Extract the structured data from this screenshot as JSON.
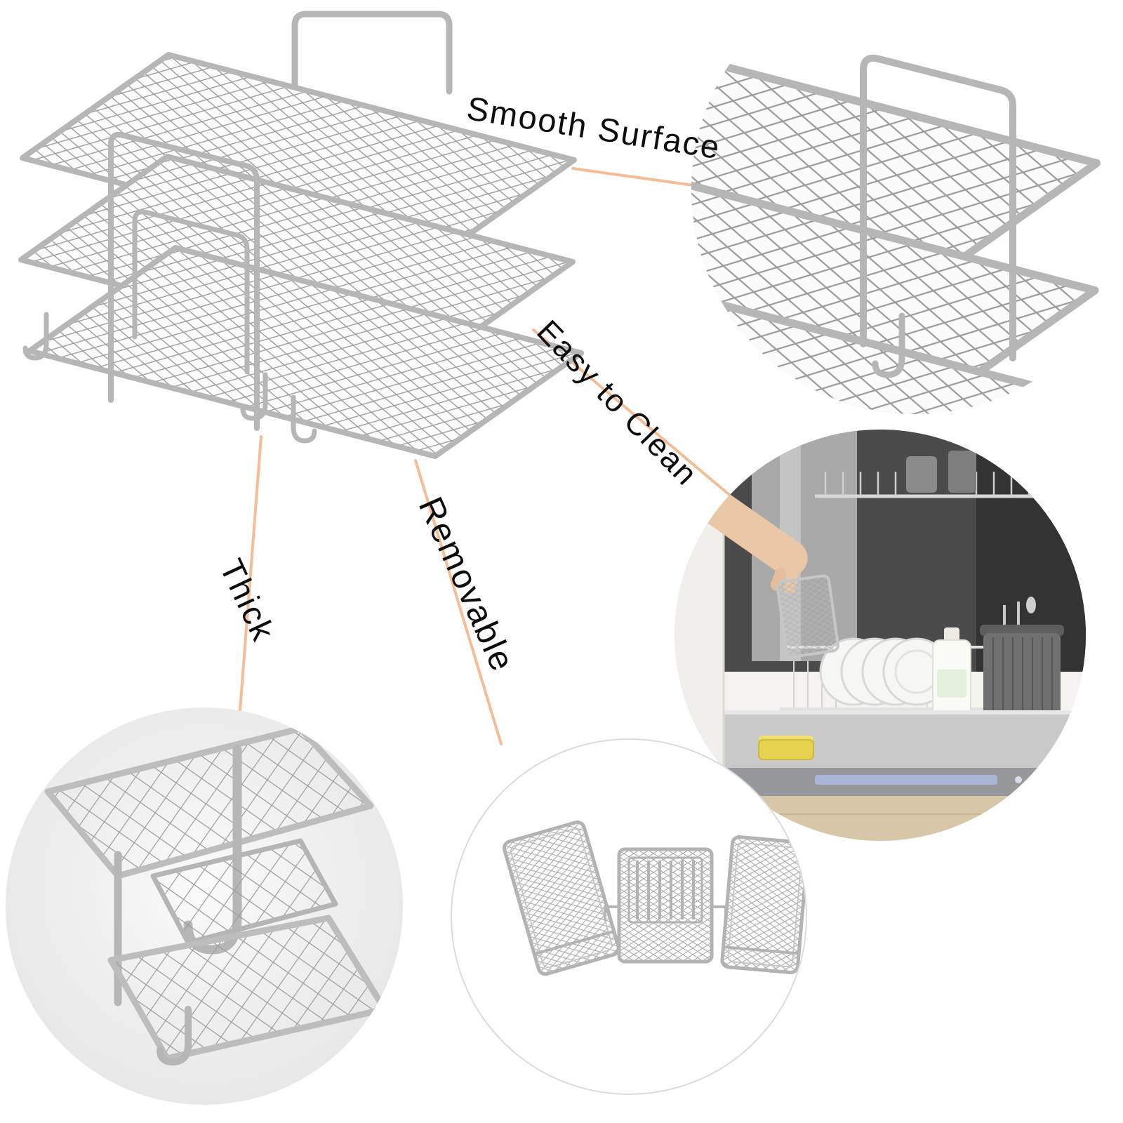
{
  "callouts": [
    {
      "id": "smooth-surface",
      "label": "Smooth Surface"
    },
    {
      "id": "easy-to-clean",
      "label": "Easy to Clean"
    },
    {
      "id": "thick",
      "label": "Thick"
    },
    {
      "id": "removable",
      "label": "Removable"
    }
  ],
  "insets": {
    "top_right": "rack-stack-closeup",
    "middle_right": "dishwasher-cleaning-scene",
    "bottom_left": "mesh-thickness-closeup",
    "bottom_center": "three-racks-disassembled"
  },
  "colors": {
    "background": "#ffffff",
    "connector": "#f4bd96",
    "metal_frame": "#b6b6b6",
    "mesh_line": "#9c9c9c"
  }
}
